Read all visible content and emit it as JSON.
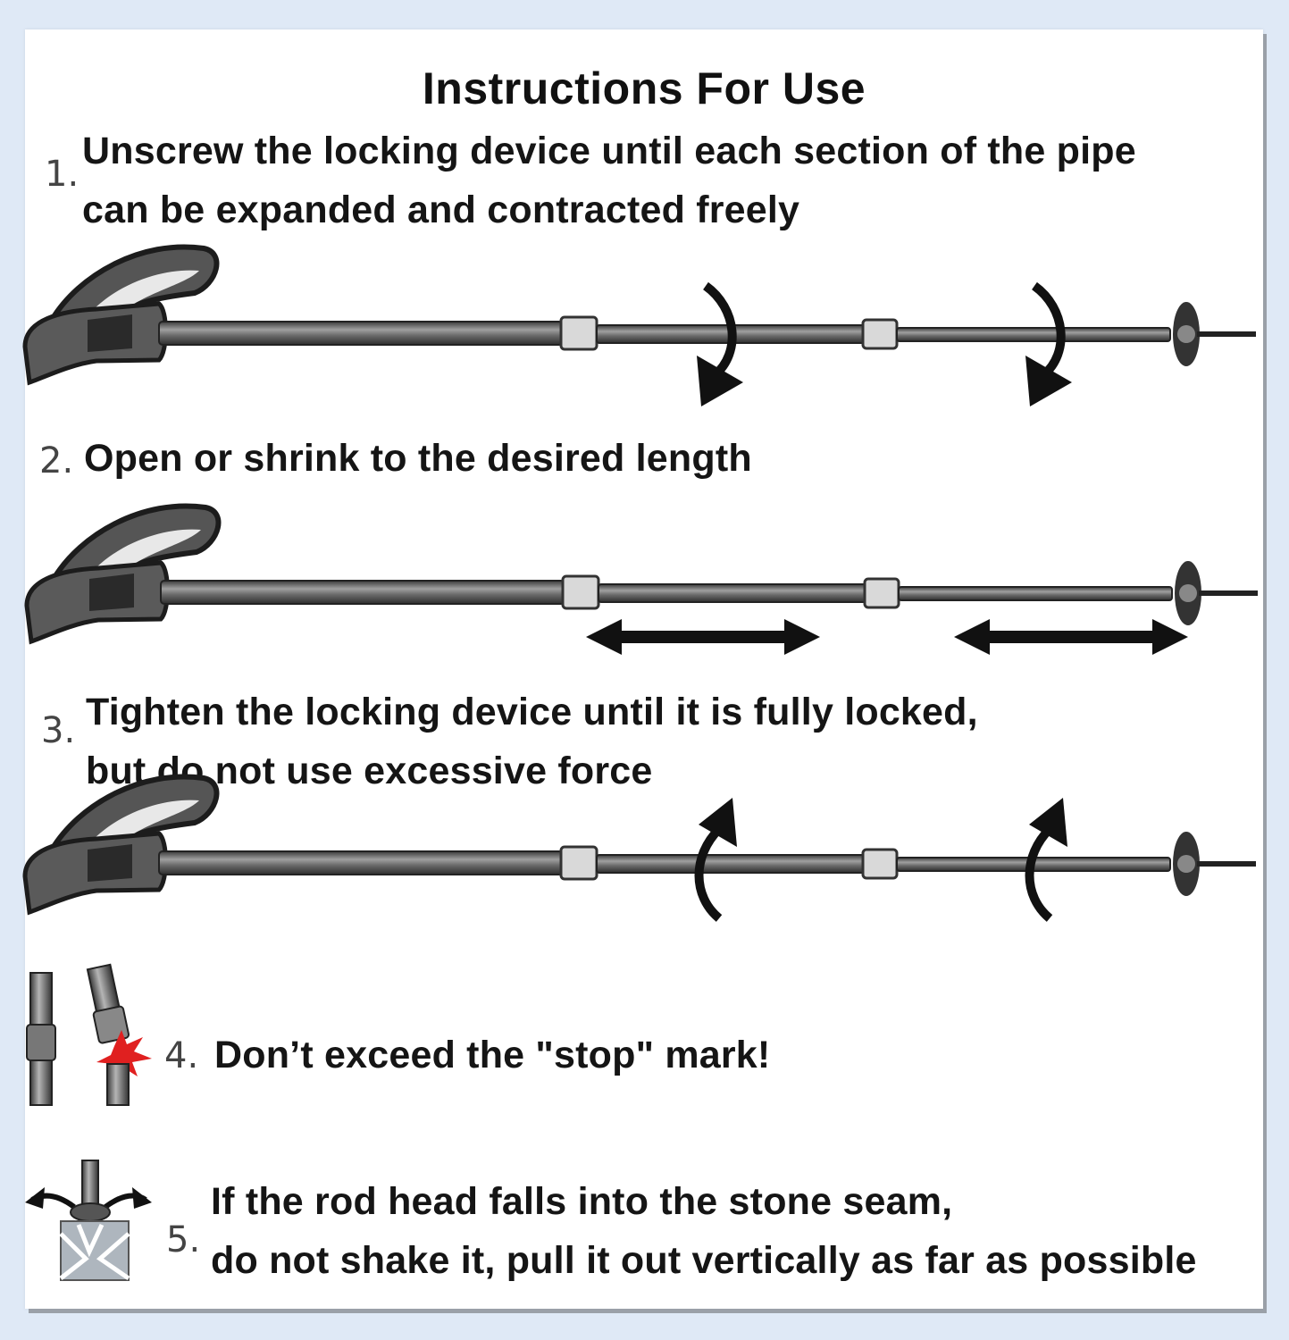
{
  "title": "Instructions For Use",
  "steps": [
    {
      "number": "1.",
      "lines": [
        "Unscrew the locking device until each section of the pipe",
        "can be expanded and contracted freely"
      ]
    },
    {
      "number": "2.",
      "lines": [
        "Open or shrink to the desired length"
      ]
    },
    {
      "number": "3.",
      "lines": [
        "Tighten the locking device until it is fully locked,",
        "but do not use excessive force"
      ]
    },
    {
      "number": "4.",
      "lines": [
        "Don’t exceed the \"stop\" mark!"
      ]
    },
    {
      "number": "5.",
      "lines": [
        "If the rod head falls into the stone seam,",
        "do not shake it, pull it out vertically as far as possible"
      ]
    }
  ],
  "colors": {
    "background": "#dfe9f6",
    "card": "#ffffff",
    "text": "#151515",
    "pole": "#6b6b6b",
    "stop_burst": "#e02020"
  },
  "icons": [
    "trekking-pole-icon",
    "rotate-arrow-icon",
    "double-arrow-icon",
    "stop-mark-icon",
    "stone-seam-icon"
  ]
}
